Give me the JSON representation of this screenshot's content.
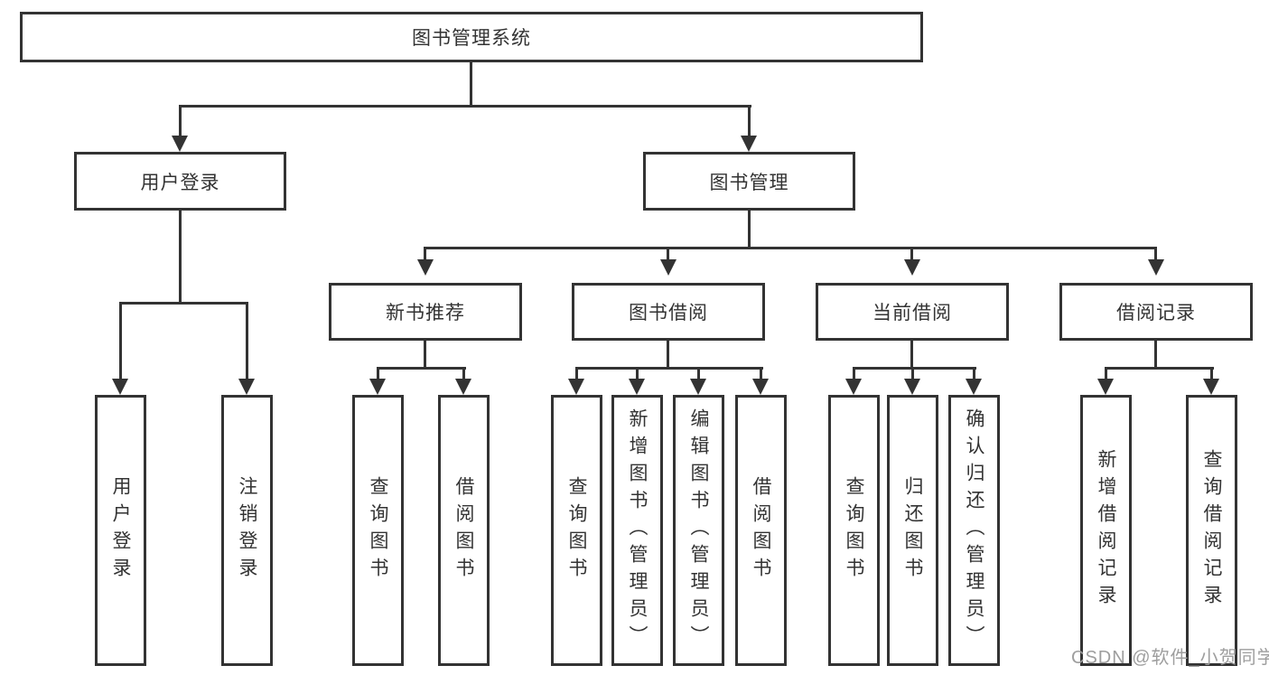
{
  "colors": {
    "line": "#333333",
    "text": "#333333",
    "watermark": "#9e9e9e",
    "background": "#ffffff"
  },
  "watermark": {
    "text": "CSDN @软件_小贺同学"
  },
  "tree": {
    "root": {
      "label": "图书管理系统"
    },
    "branches": [
      {
        "label": "用户登录",
        "children": [
          {
            "label": "用户登录"
          },
          {
            "label": "注销登录"
          }
        ]
      },
      {
        "label": "图书管理",
        "children": [
          {
            "label": "新书推荐",
            "children": [
              {
                "label": "查询图书"
              },
              {
                "label": "借阅图书"
              }
            ]
          },
          {
            "label": "图书借阅",
            "children": [
              {
                "label": "查询图书"
              },
              {
                "label": "新增图书（管理员）"
              },
              {
                "label": "编辑图书（管理员）"
              },
              {
                "label": "借阅图书"
              }
            ]
          },
          {
            "label": "当前借阅",
            "children": [
              {
                "label": "查询图书"
              },
              {
                "label": "归还图书"
              },
              {
                "label": "确认归还（管理员）"
              }
            ]
          },
          {
            "label": "借阅记录",
            "children": [
              {
                "label": "新增借阅记录"
              },
              {
                "label": "查询借阅记录"
              }
            ]
          }
        ]
      }
    ]
  }
}
